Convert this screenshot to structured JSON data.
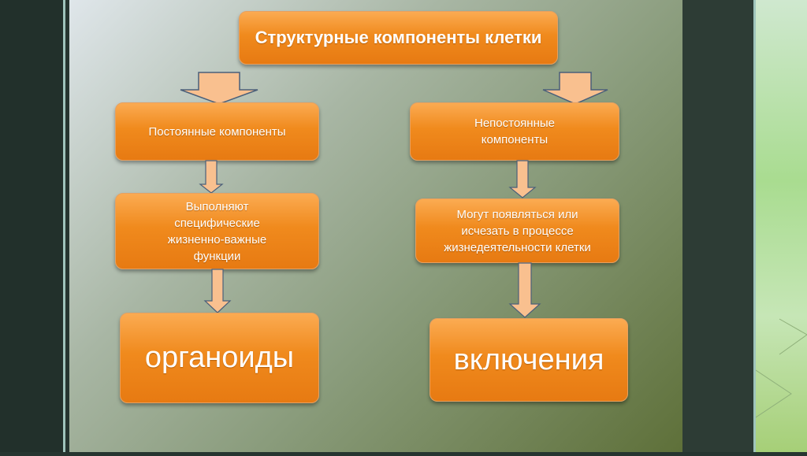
{
  "title": "Структурные компоненты клетки",
  "left": {
    "level1": "Постоянные компоненты",
    "level2": "Выполняют специфические жизненно-важные функции",
    "level3": "органоиды"
  },
  "right": {
    "level1": "Непостоянные компоненты",
    "level2": "Могут появляться или исчезать в процессе жизнедеятельности клетки",
    "level3": "включения"
  },
  "colors": {
    "box": "#f08a1d",
    "arrow": "#f9c08f",
    "arrow_stroke": "#4a5f7a"
  }
}
